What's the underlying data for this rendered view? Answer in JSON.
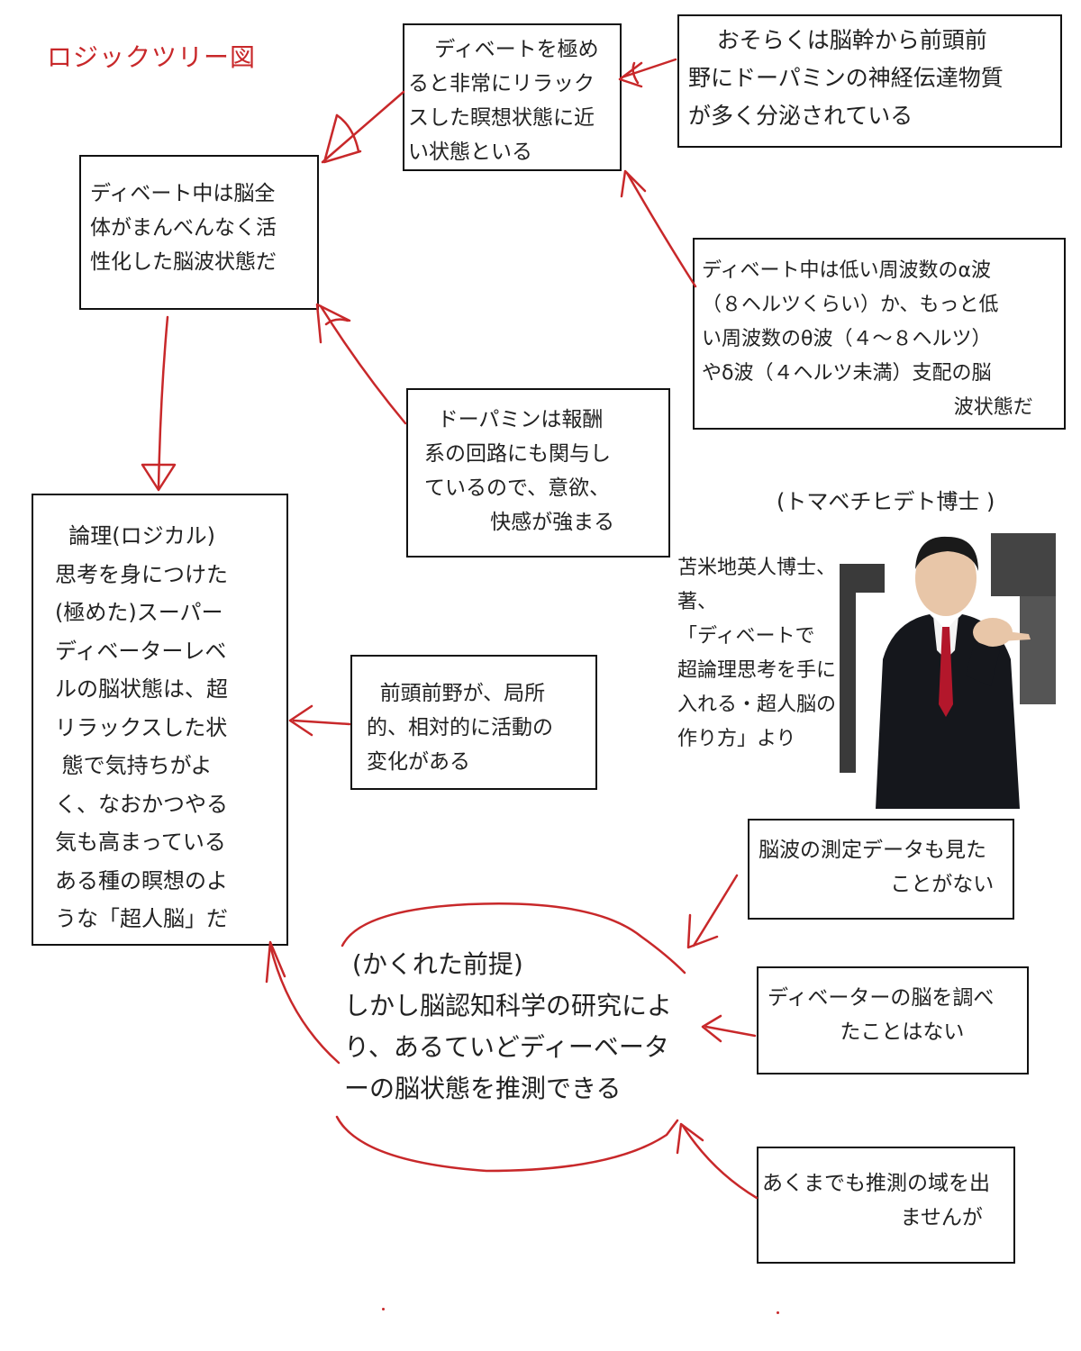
{
  "title": "ロジックツリー図",
  "boxes": {
    "top": "    ディベートを極め\nると非常にリラック\nスした瞑想状態に近\nい状態といる",
    "topright": "    おそらくは脳幹から前頭前\n野にドーパミンの神経伝達物質\nが多く分泌されている",
    "left1": "ディベート中は脳全\n体がまんべんなく活\n性化した脳波状態だ",
    "right2": "ディベート中は低い周波数のα波\n（８ヘルツくらい）か、もっと低\nい周波数のθ波（４〜８ヘルツ）\nやδ波（４ヘルツ未満）支配の脳\n                                        波状態だ",
    "dopa": "  ドーパミンは報酬\n系の回路にも関与し\nているので、意欲、\n          快感が強まる",
    "main": "  論理(ロジカル)\n思考を身につけた\n(極めた)スーパー\nディベーターレベ\nルの脳状態は、超\nリラックスした状\n 態で気持ちがよ\nく、なおかつやる\n気も高まっている\nある種の瞑想のよ\nうな「超人脳」だ",
    "frontal": "  前頭前野が、局所\n的、相対的に活動の\n変化がある",
    "eeg": "脳波の測定データも見た\n                    ことがない",
    "debater": "ディベーターの脳を調べ\n           たことはない",
    "guess": "あくまでも推測の域を出\n                     ませんが"
  },
  "hidden_premise": " (かくれた前提)\nしかし脳認知科学の研究によ\nり、あるていどディーベータ\nーの脳状態を推測できる",
  "doctor_label": "(トマベチヒデト博士 )",
  "citation": "苫米地英人博士、\n著、\n「ディベートで\n超論理思考を手に\n入れる・超人脳の\n作り方」より",
  "colors": {
    "arrow": "#c8282a",
    "title": "#c8282a",
    "border": "#111111"
  },
  "icons": {
    "photo": "person-pointing-photo"
  }
}
